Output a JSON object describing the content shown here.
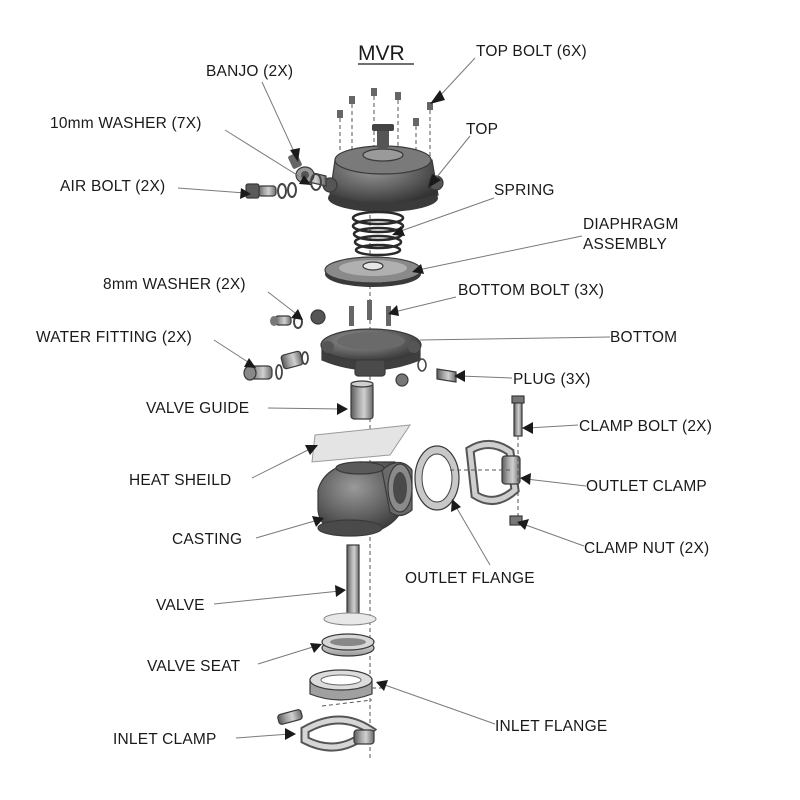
{
  "title": "MVR",
  "labels": {
    "top_bolt": "TOP BOLT (6X)",
    "banjo": "BANJO (2X)",
    "washer_10mm": "10mm WASHER (7X)",
    "top": "TOP",
    "air_bolt": "AIR BOLT (2X)",
    "spring": "SPRING",
    "diaphragm_line1": "DIAPHRAGM",
    "diaphragm_line2": "ASSEMBLY",
    "washer_8mm": "8mm WASHER (2X)",
    "bottom_bolt": "BOTTOM BOLT (3X)",
    "water_fitting": "WATER FITTING (2X)",
    "bottom": "BOTTOM",
    "plug": "PLUG (3X)",
    "valve_guide": "VALVE GUIDE",
    "clamp_bolt": "CLAMP BOLT (2X)",
    "heat_shield": "HEAT SHEILD",
    "outlet_clamp": "OUTLET CLAMP",
    "casting": "CASTING",
    "clamp_nut": "CLAMP NUT (2X)",
    "outlet_flange": "OUTLET FLANGE",
    "valve": "VALVE",
    "valve_seat": "VALVE SEAT",
    "inlet_flange": "INLET FLANGE",
    "inlet_clamp": "INLET CLAMP"
  },
  "colors": {
    "metal_dark": "#4a4a4a",
    "metal_mid": "#8a8a8a",
    "metal_light": "#c8c8c8",
    "text": "#1a1a1a",
    "leader": "#7a7a7a"
  }
}
